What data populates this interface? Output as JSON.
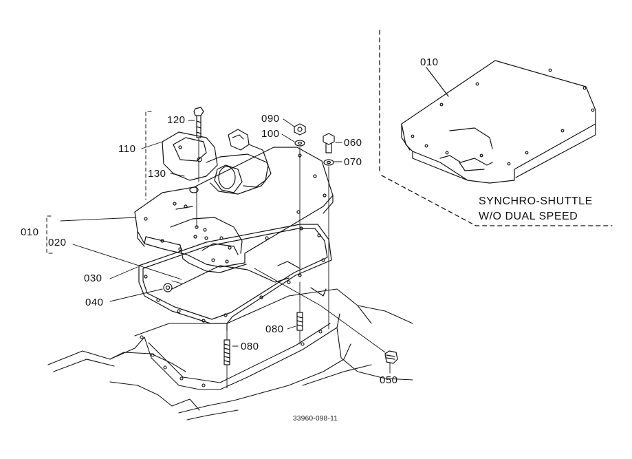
{
  "callouts": {
    "p010_main": "010",
    "p010_inset": "010",
    "p020": "020",
    "p030": "030",
    "p040": "040",
    "p050": "050",
    "p060": "060",
    "p070": "070",
    "p080_a": "080",
    "p080_b": "080",
    "p090": "090",
    "p100": "100",
    "p110": "110",
    "p120": "120",
    "p130": "130"
  },
  "inset": {
    "line1": "SYNCHRO-SHUTTLE",
    "line2": "W/O DUAL SPEED"
  },
  "drawing_number": "33960-098-11"
}
